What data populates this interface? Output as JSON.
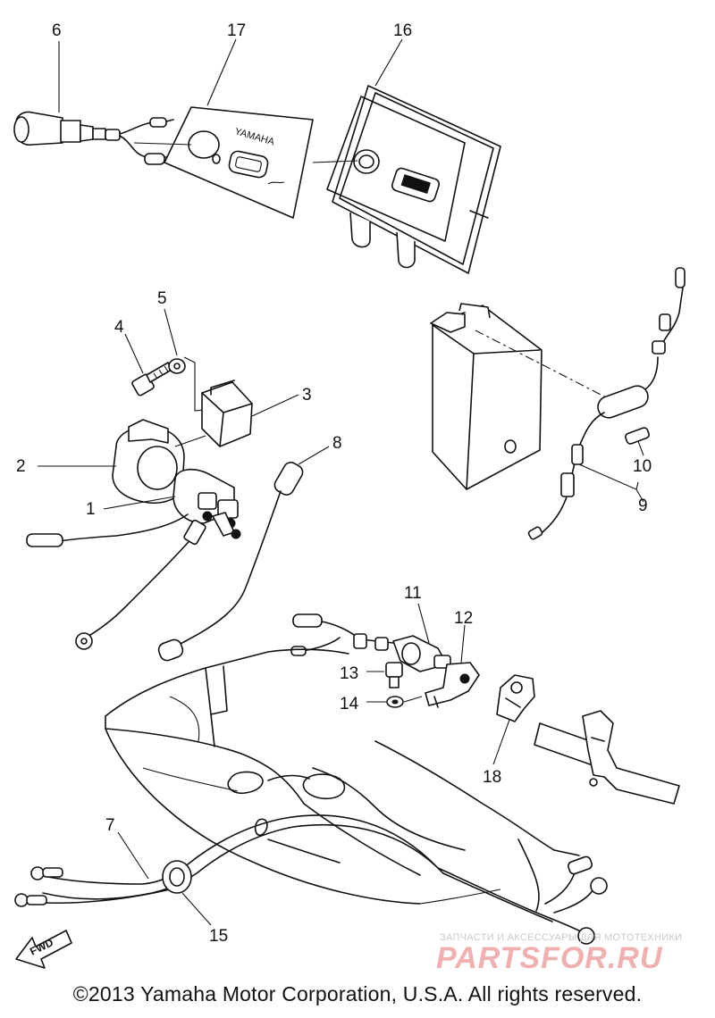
{
  "callouts": [
    "1",
    "2",
    "3",
    "4",
    "5",
    "6",
    "7",
    "8",
    "9",
    "10",
    "11",
    "12",
    "13",
    "14",
    "15",
    "16",
    "17",
    "18"
  ],
  "panel_brand": "YAMAHA",
  "fwd_label": "FWD",
  "copyright": "©2013 Yamaha Motor Corporation, U.S.A. All rights reserved.",
  "watermark": {
    "subtitle": "ЗАПЧАСТИ И АКСЕССУАРЫ ДЛЯ МОТОТЕХНИКИ",
    "brand": "PARTSFOR.RU"
  }
}
